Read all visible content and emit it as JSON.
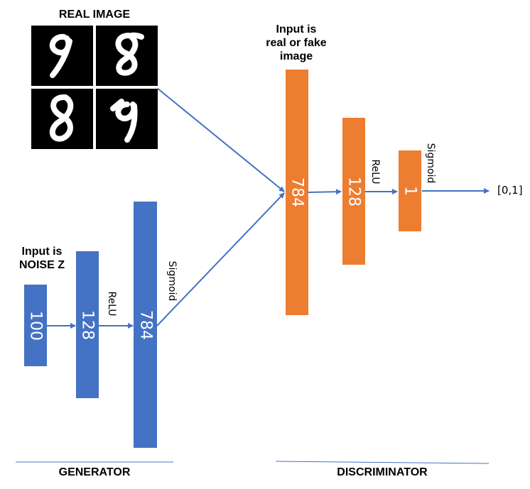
{
  "real_image": {
    "title": "REAL IMAGE"
  },
  "generator": {
    "input_label_line1": "Input is",
    "input_label_line2": "NOISE Z",
    "layers": [
      "100",
      "128",
      "784"
    ],
    "activation_1": "ReLU",
    "activation_2": "Sigmoid",
    "section_title": "GENERATOR"
  },
  "discriminator": {
    "input_label_line1": "Input is",
    "input_label_line2": "real or fake",
    "input_label_line3": "image",
    "layers": [
      "784",
      "128",
      "1"
    ],
    "activation_1": "ReLU",
    "activation_2": "Sigmoid",
    "output": "[0,1]",
    "section_title": "DISCRIMINATOR"
  },
  "colors": {
    "generator": "#4472c4",
    "discriminator": "#ed7d31",
    "arrow": "#4472c4"
  }
}
